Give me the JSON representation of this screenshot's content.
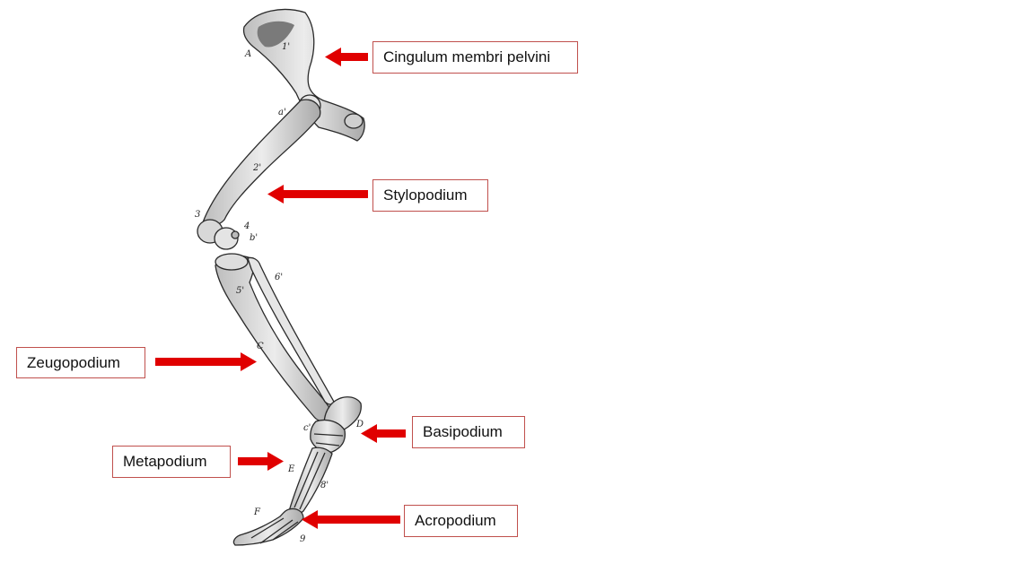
{
  "colors": {
    "arrow": "#e00000",
    "box_border": "#c0504d",
    "bone_fill": "#d9d9d9",
    "bone_stroke": "#2a2a2a"
  },
  "regions": [
    {
      "id": "cingulum",
      "label": "Cingulum membri pelvini"
    },
    {
      "id": "stylopodium",
      "label": "Stylopodium"
    },
    {
      "id": "zeugopodium",
      "label": "Zeugopodium"
    },
    {
      "id": "basipodium",
      "label": "Basipodium"
    },
    {
      "id": "metapodium",
      "label": "Metapodium"
    },
    {
      "id": "acropodium",
      "label": "Acropodium"
    }
  ],
  "figure_letters": {
    "A": "A",
    "a1": "a'",
    "n1": "1'",
    "n2": "2'",
    "n3": "3",
    "n4": "4",
    "b1": "b'",
    "n5": "5'",
    "n6": "6'",
    "C": "C",
    "c1": "c'",
    "D": "D",
    "E": "E",
    "n8": "8'",
    "F": "F",
    "n9": "9"
  }
}
